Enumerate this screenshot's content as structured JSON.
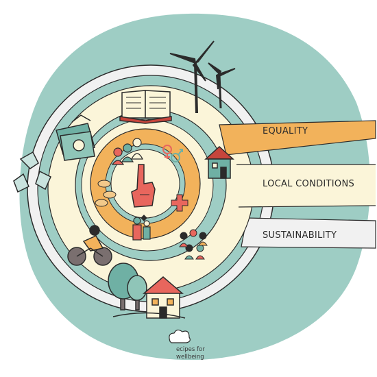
{
  "diagram": {
    "bands": [
      {
        "label": "EQUALITY",
        "color": "#f2b25b"
      },
      {
        "label": "LOCAL CONDITIONS",
        "color": "#fbf5d9"
      },
      {
        "label": "SUSTAINABILITY",
        "color": "#f1f1f1"
      }
    ],
    "icons": [
      "open-book-icon",
      "wind-turbine-icon",
      "money-icon",
      "recycle-icon",
      "people-group-icon",
      "gender-symbols-icon",
      "house-icon",
      "coins-icon",
      "raised-finger-hand-icon",
      "medical-cross-icon",
      "family-icon",
      "cyclist-icon",
      "community-icon",
      "trees-icon",
      "cottage-icon"
    ],
    "colors": {
      "teal_background": "#9ecdc4",
      "teal_dark": "#6fb0a4",
      "orange": "#f2b25b",
      "cream": "#fbf5d9",
      "grey_ring": "#f1f1f1",
      "red": "#e8665d",
      "outline": "#2b2b2b"
    }
  },
  "logo": {
    "line1": "ecipes for",
    "line2": "wellbeing"
  }
}
